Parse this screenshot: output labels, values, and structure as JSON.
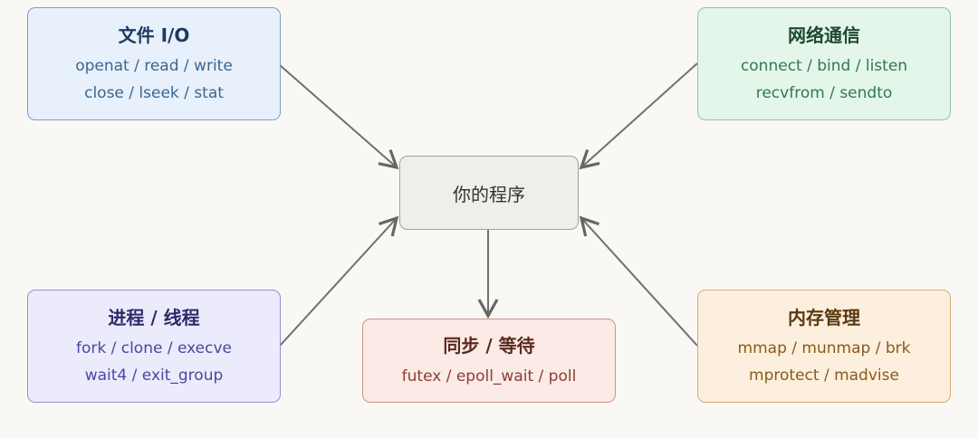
{
  "center": {
    "label": "你的程序"
  },
  "nodes": {
    "file": {
      "title": "文件 I/O",
      "lines": [
        "openat / read / write",
        "close / lseek / stat"
      ]
    },
    "net": {
      "title": "网络通信",
      "lines": [
        "connect / bind / listen",
        "recvfrom / sendto"
      ]
    },
    "proc": {
      "title": "进程 / 线程",
      "lines": [
        "fork / clone / execve",
        "wait4 / exit_group"
      ]
    },
    "sync": {
      "title": "同步 / 等待",
      "lines": [
        "futex / epoll_wait / poll"
      ]
    },
    "mem": {
      "title": "内存管理",
      "lines": [
        "mmap / munmap / brk",
        "mprotect / madvise"
      ]
    }
  }
}
